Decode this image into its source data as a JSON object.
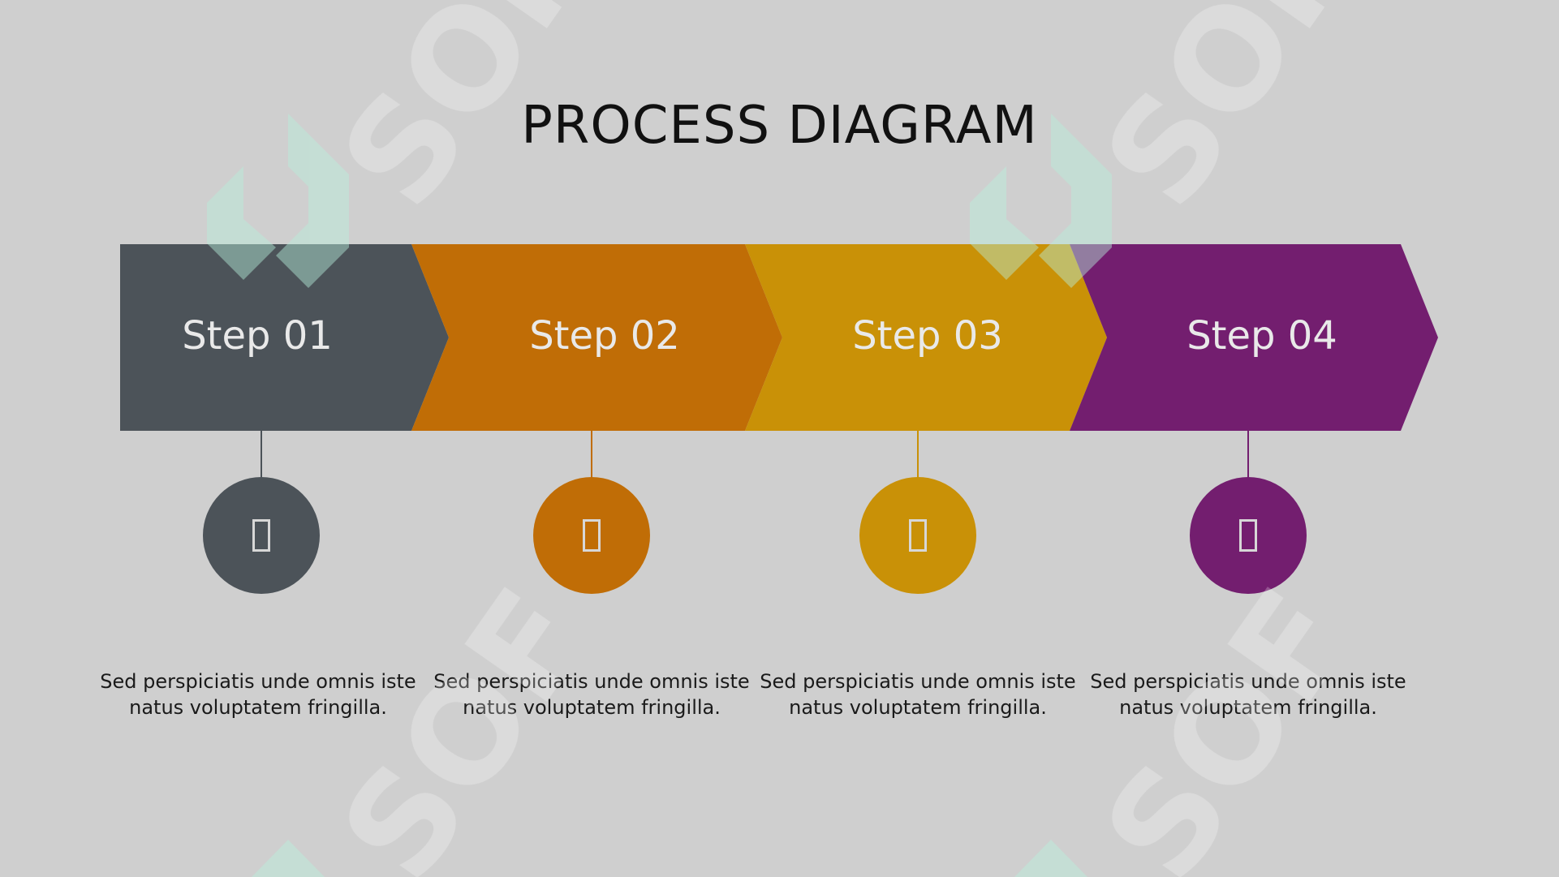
{
  "title": "PROCESS DIAGRAM",
  "steps": [
    {
      "label": "Step 01",
      "color": "#4c5359",
      "icon": "placeholder-icon",
      "description_line1": "Sed perspiciatis unde omnis iste",
      "description_line2": "natus voluptatem fringilla."
    },
    {
      "label": "Step 02",
      "color": "#c06d06",
      "icon": "placeholder-icon",
      "description_line1": "Sed perspiciatis unde omnis iste",
      "description_line2": "natus voluptatem fringilla."
    },
    {
      "label": "Step 03",
      "color": "#c99107",
      "icon": "placeholder-icon",
      "description_line1": "Sed perspiciatis unde omnis iste",
      "description_line2": "natus voluptatem fringilla."
    },
    {
      "label": "Step 04",
      "color": "#731e6f",
      "icon": "placeholder-icon",
      "description_line1": "Sed perspiciatis unde omnis iste",
      "description_line2": "natus voluptatem fringilla."
    }
  ],
  "watermark": {
    "text": "SOF",
    "color": "#b8f0dc"
  }
}
